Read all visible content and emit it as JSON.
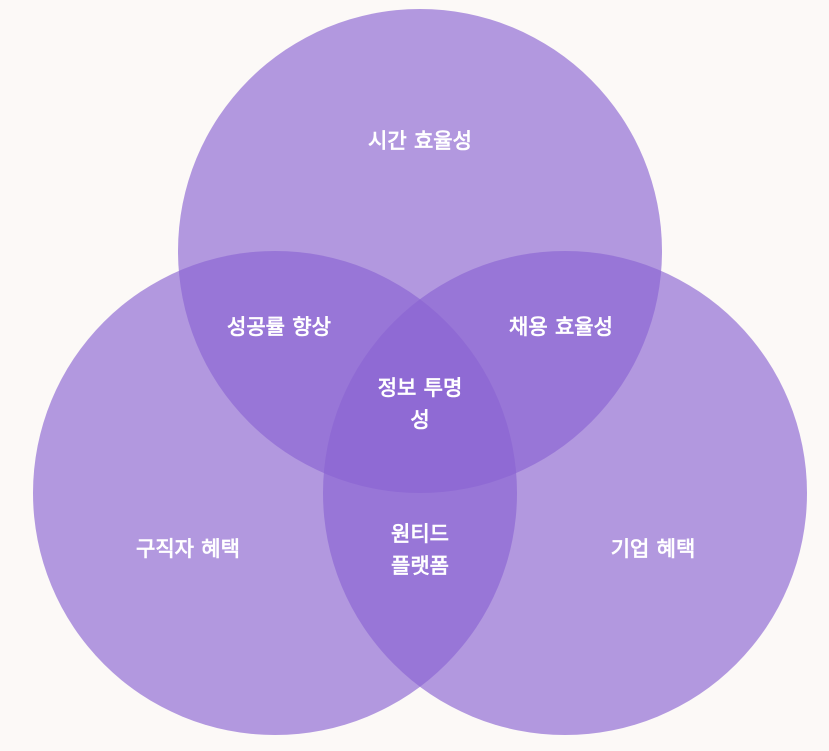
{
  "diagram": {
    "type": "venn",
    "colors": {
      "background": "#fcf9f7",
      "circle_fill": "#8a64d2",
      "label": "#ffffff"
    },
    "sets": [
      {
        "id": "top",
        "label": "시간 효율성"
      },
      {
        "id": "left",
        "label": "구직자 혜택"
      },
      {
        "id": "right",
        "label": "기업 혜택"
      }
    ],
    "intersections": {
      "top_left": "성공률 향상",
      "top_right": "채용 효율성",
      "left_right": "원티드\n플랫폼",
      "center": "정보 투명\n성"
    }
  }
}
